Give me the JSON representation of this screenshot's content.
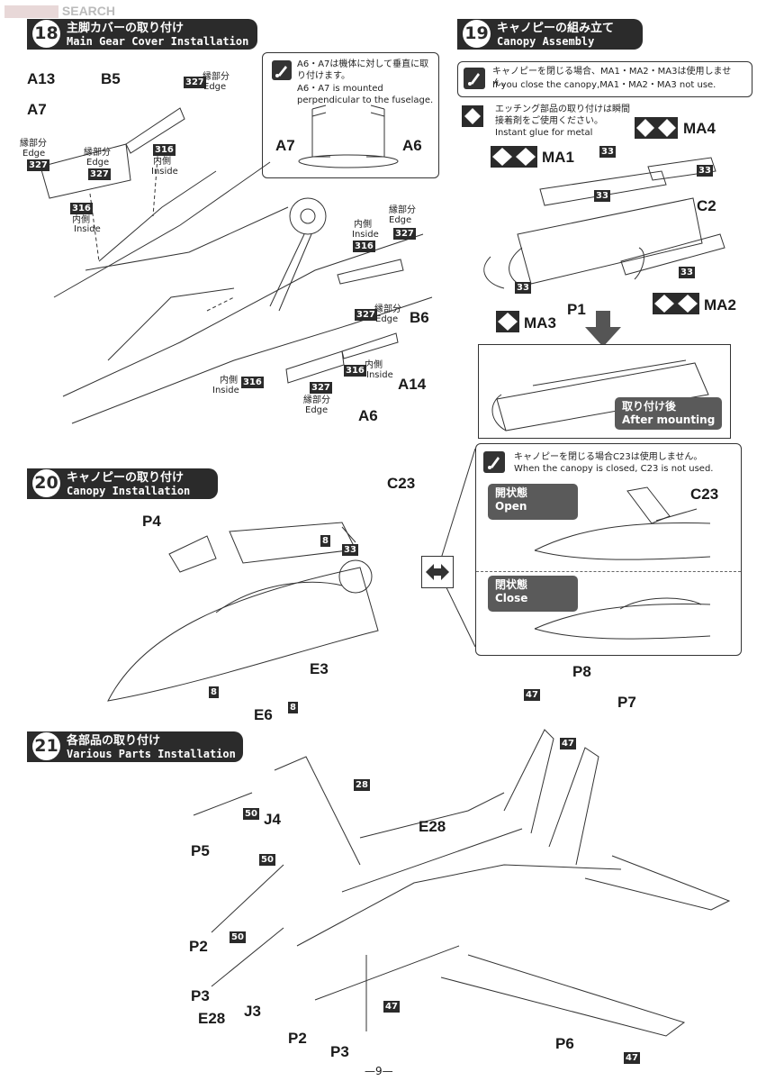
{
  "watermark": "SEARCH",
  "page_number": "—9—",
  "step18": {
    "step": "18",
    "title_jp": "主脚カバーの取り付け",
    "title_en": "Main Gear Cover Installation",
    "note_jp": "A6・A7は機体に対して垂直に取り付けます。",
    "note_en": "A6・A7 is mounted perpendicular to the fuselage.",
    "parts": [
      "A13",
      "B5",
      "A7",
      "B6",
      "A14",
      "A6"
    ],
    "edge_jp": "縁部分",
    "edge_en": "Edge",
    "inside_jp": "内側",
    "inside_en": "Inside",
    "color_edge": "327",
    "color_inside": "316"
  },
  "step19": {
    "step": "19",
    "title_jp": "キャノピーの組み立て",
    "title_en": "Canopy Assembly",
    "note_jp": "キャノピーを閉じる場合、MA1・MA2・MA3は使用しません。",
    "note_en": "If you close the canopy,MA1・MA2・MA3 not use.",
    "glue_jp": "エッチング部品の取り付けは瞬間接着剤をご使用ください。",
    "glue_en": "Instant glue for metal",
    "parts": [
      "MA4",
      "MA1",
      "C2",
      "P1",
      "MA2",
      "MA3"
    ],
    "color": "33",
    "after_jp": "取り付け後",
    "after_en": "After mounting"
  },
  "step20": {
    "step": "20",
    "title_jp": "キャノピーの取り付け",
    "title_en": "Canopy Installation",
    "parts": [
      "P4",
      "C23",
      "E3",
      "E6"
    ],
    "colors": [
      "8",
      "33"
    ],
    "note_jp": "キャノピーを閉じる場合C23は使用しません。",
    "note_en": "When the canopy is closed, C23 is not used.",
    "open_jp": "開状態",
    "open_en": "Open",
    "close_jp": "閉状態",
    "close_en": "Close"
  },
  "step21": {
    "step": "21",
    "title_jp": "各部品の取り付け",
    "title_en": "Various Parts Installation",
    "parts": [
      "P8",
      "P7",
      "J4",
      "E28",
      "P5",
      "P2",
      "P3",
      "E28",
      "J3",
      "P2",
      "P3",
      "P6"
    ],
    "colors": [
      "47",
      "47",
      "28",
      "50",
      "50",
      "50",
      "47",
      "47"
    ]
  },
  "colors": {
    "dark": "#2b2b2b",
    "mid": "#5a5a5a",
    "line": "#333333"
  }
}
